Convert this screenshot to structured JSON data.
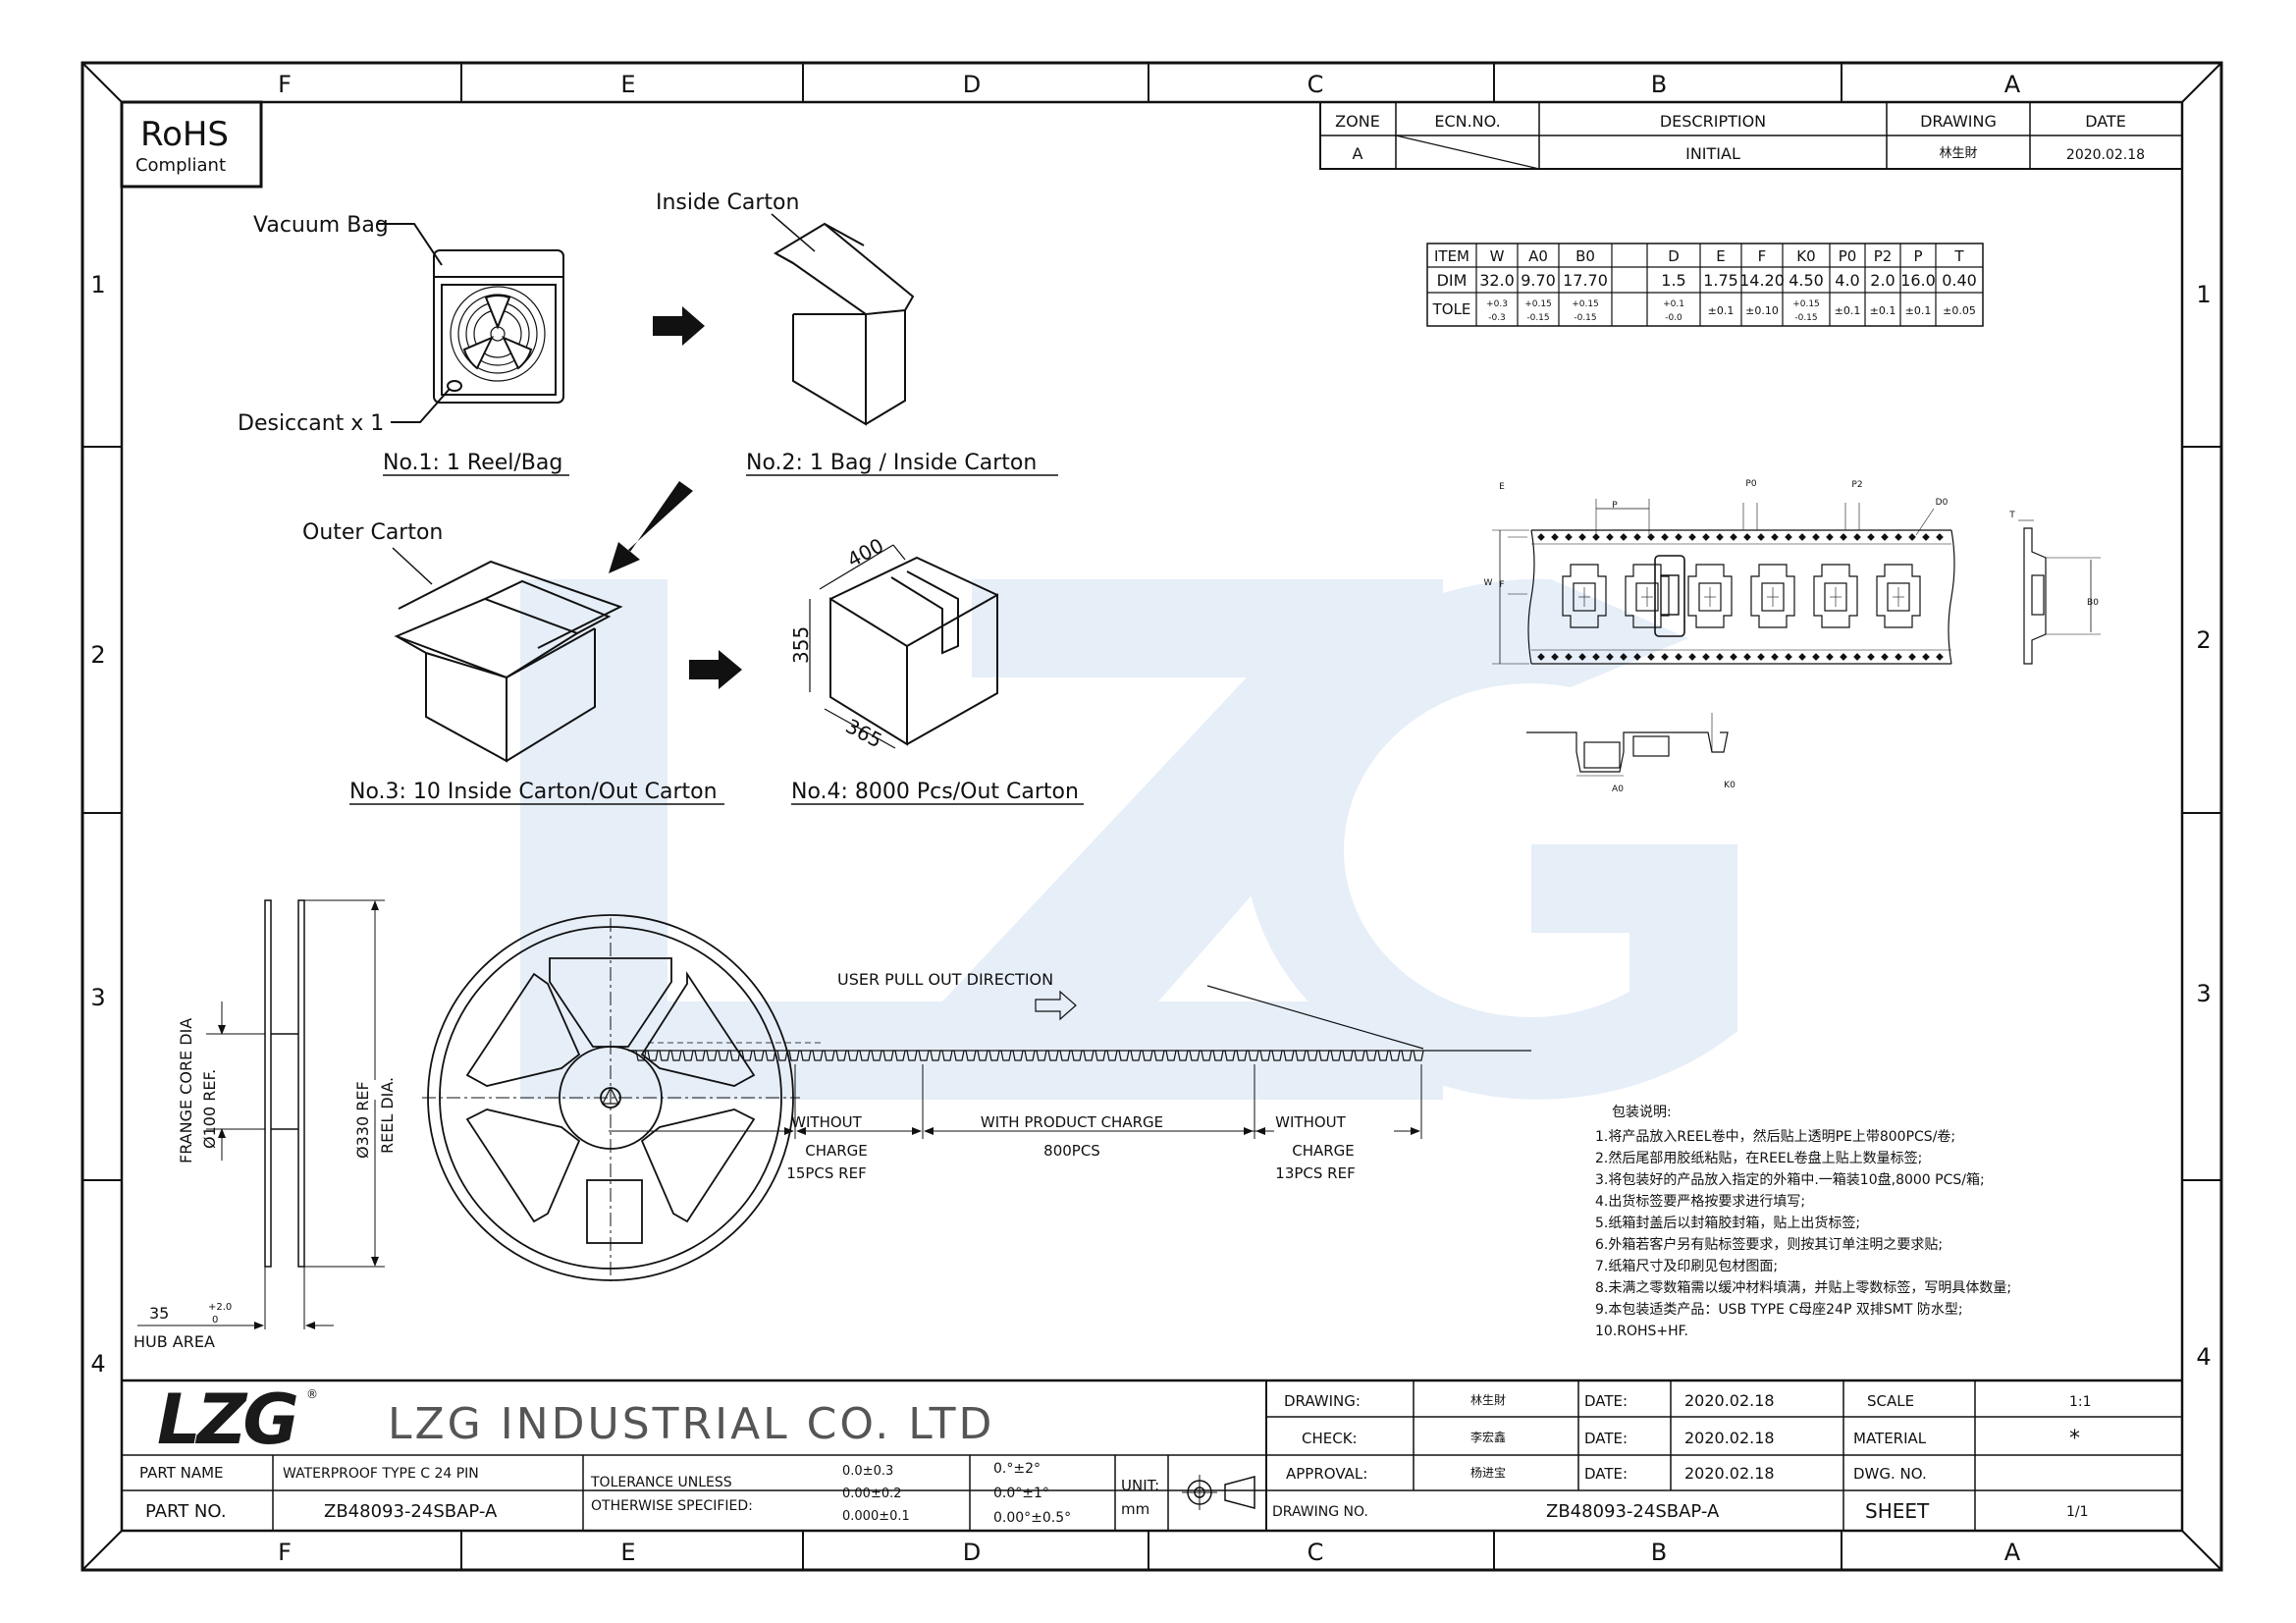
{
  "zones_top": [
    "F",
    "E",
    "D",
    "C",
    "B",
    "A"
  ],
  "zones_side": [
    "1",
    "2",
    "3",
    "4"
  ],
  "rohs": {
    "title": "RoHS",
    "subtitle": "Compliant"
  },
  "revision": {
    "headers": [
      "ZONE",
      "ECN.NO.",
      "DESCRIPTION",
      "DRAWING",
      "DATE"
    ],
    "row": [
      "A",
      "",
      "INITIAL",
      "林生財",
      "2020.02.18"
    ]
  },
  "dim_table": {
    "headers": [
      "ITEM",
      "W",
      "A0",
      "B0",
      "",
      "D",
      "E",
      "F",
      "K0",
      "P0",
      "P2",
      "P",
      "T"
    ],
    "dim": [
      "DIM",
      "32.0",
      "9.70",
      "17.70",
      "",
      "1.5",
      "1.75",
      "14.20",
      "4.50",
      "4.0",
      "2.0",
      "16.0",
      "0.40"
    ],
    "tole_label": "TOLE",
    "tole": [
      [
        "+0.3",
        "-0.3"
      ],
      [
        "+0.15",
        "-0.15"
      ],
      [
        "+0.15",
        "-0.15"
      ],
      [
        "",
        ""
      ],
      [
        "+0.1",
        "-0.0"
      ],
      [
        "±0.1",
        ""
      ],
      [
        "±0.10",
        ""
      ],
      [
        "+0.15",
        "-0.15"
      ],
      [
        "±0.1",
        ""
      ],
      [
        "±0.1",
        ""
      ],
      [
        "±0.1",
        ""
      ],
      [
        "±0.05",
        ""
      ]
    ]
  },
  "packing": {
    "vacuum_bag": "Vacuum Bag",
    "desiccant": "Desiccant x 1",
    "step1": "No.1: 1 Reel/Bag",
    "inside_carton": "Inside Carton",
    "step2": "No.2: 1 Bag / Inside Carton",
    "outer_carton": "Outer Carton",
    "step3": "No.3: 10 Inside Carton/Out Carton",
    "step4": "No.4: 8000 Pcs/Out Carton",
    "dim_400": "400",
    "dim_355": "355",
    "dim_365": "365"
  },
  "tape_labels": {
    "E": "E",
    "F": "F",
    "W": "W",
    "P": "P",
    "P0": "P0",
    "P2": "P2",
    "D0": "D0",
    "T": "T",
    "B0": "B0",
    "A0": "A0",
    "K0": "K0"
  },
  "reel": {
    "frange_line1": "FRANGE CORE DIA",
    "frange_line2": "Ø100 REF.",
    "dia_line1": "Ø330 REF",
    "dia_line2": "REEL DIA.",
    "hub_value": "35",
    "hub_tol_plus": "+2.0",
    "hub_tol_minus": "0",
    "hub_area": "HUB AREA",
    "pull_direction": "USER PULL OUT DIRECTION",
    "without1_a": "WITHOUT",
    "without1_b": "CHARGE",
    "without1_c": "15PCS REF",
    "with_product": "WITH PRODUCT CHARGE",
    "with_count": "800PCS",
    "without2_a": "WITHOUT",
    "without2_b": "CHARGE",
    "without2_c": "13PCS REF"
  },
  "notes": {
    "title": "包装说明:",
    "lines": [
      "1.将产品放入REEL卷中，然后贴上透明PE上带800PCS/卷;",
      "2.然后尾部用胶纸粘贴，在REEL卷盘上贴上数量标签;",
      "3.将包装好的产品放入指定的外箱中.一箱装10盘,8000 PCS/箱;",
      "4.出货标签要严格按要求进行填写;",
      "5.纸箱封盖后以封箱胶封箱，贴上出货标签;",
      "6.外箱若客户另有贴标签要求，则按其订单注明之要求贴;",
      "7.纸箱尺寸及印刷见包材图面;",
      "8.未满之零数箱需以缓冲材料填满，并贴上零数标签，写明具体数量;",
      "9.本包装适类产品：USB TYPE C母座24P 双排SMT 防水型;",
      "10.ROHS+HF."
    ]
  },
  "title_block": {
    "logo": "LZG",
    "company": "LZG INDUSTRIAL CO. LTD",
    "part_name_label": "PART NAME",
    "part_name": "WATERPROOF TYPE C 24 PIN",
    "part_no_label": "PART NO.",
    "part_no": "ZB48093-24SBAP-A",
    "tol_line1": "TOLERANCE UNLESS",
    "tol_line2": "OTHERWISE SPECIFIED:",
    "tol_lin": [
      "0.0±0.3",
      "0.00±0.2",
      "0.000±0.1"
    ],
    "tol_ang": [
      "0.°±2°",
      "0.0°±1°",
      "0.00°±0.5°"
    ],
    "unit_label": "UNIT:",
    "unit": "mm",
    "drawing_label": "DRAWING:",
    "drawing_name": "林生財",
    "check_label": "CHECK:",
    "check_name": "李宏鑫",
    "approval_label": "APPROVAL:",
    "approval_name": "杨进宝",
    "date_label": "DATE:",
    "date1": "2020.02.18",
    "date2": "2020.02.18",
    "date3": "2020.02.18",
    "scale_label": "SCALE",
    "scale": "1:1",
    "material_label": "MATERIAL",
    "material": "*",
    "dwg_no_label": "DWG. NO.",
    "drawing_no_label": "DRAWING NO.",
    "drawing_no": "ZB48093-24SBAP-A",
    "sheet_label": "SHEET",
    "sheet": "1/1"
  },
  "colors": {
    "line": "#111111",
    "watermark": "#e6eef8",
    "logo": "#1a1a1a"
  }
}
